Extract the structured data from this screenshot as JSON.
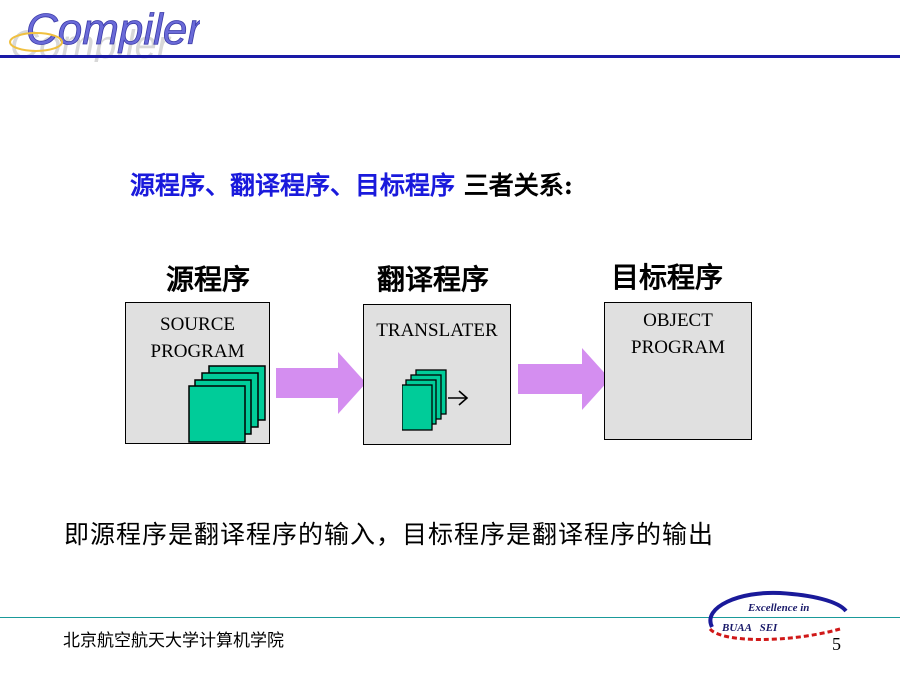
{
  "header": {
    "logo_text": "Compiler"
  },
  "heading": {
    "blue_part": "源程序、翻译程序、目标程序",
    "black_part": " 三者关系:"
  },
  "diagram": {
    "source": {
      "title": "源程序",
      "label_line1": "SOURCE",
      "label_line2": "PROGRAM"
    },
    "translator": {
      "title": "翻译程序",
      "label": "TRANSLATER"
    },
    "object": {
      "title": "目标程序",
      "label_line1": "OBJECT",
      "label_line2": "PROGRAM"
    }
  },
  "summary": "即源程序是翻译程序的输入，目标程序是翻译程序的输出",
  "footer": {
    "institution": "北京航空航天大学计算机学院",
    "badge_line1": "Excellence in",
    "badge_line2": "BUAA   SEI",
    "page_number": "5"
  },
  "colors": {
    "heading_blue": "#1a1adc",
    "arrow_fill": "#d48ef0",
    "document_fill": "#00cc99",
    "box_fill": "#e0e0e0",
    "rule_top": "#1a1aa6",
    "rule_bottom": "#1a9a9a"
  }
}
